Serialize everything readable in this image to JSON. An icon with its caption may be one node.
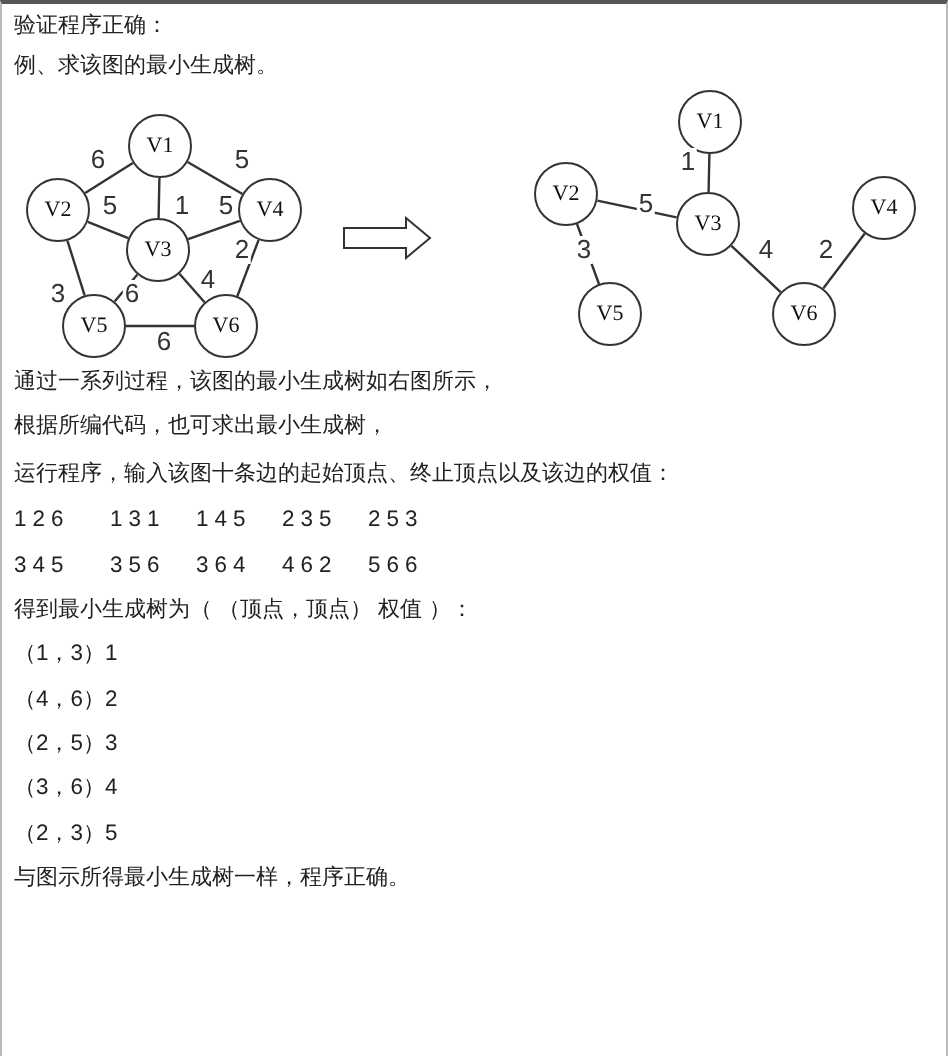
{
  "diagram": {
    "title": "验证程序正确：",
    "nodes": [
      {
        "text": [
          "V1"
        ]
      },
      {
        "text": [
          "V2"
        ]
      },
      {
        "text": [
          "V3"
        ]
      },
      {
        "text": [
          "V4"
        ]
      },
      {
        "text": [
          "V5"
        ]
      },
      {
        "text": [
          "V6"
        ]
      },
      {
        "text": [
          "V1"
        ]
      },
      {
        "text": [
          "V2"
        ]
      },
      {
        "text": [
          "V3"
        ]
      },
      {
        "text": [
          "V4"
        ]
      },
      {
        "text": [
          "V5"
        ]
      },
      {
        "text": [
          "V6"
        ]
      }
    ],
    "edges": [
      {
        "from": 0,
        "to": 1,
        "arrow": "none",
        "label": "6"
      },
      {
        "from": 0,
        "to": 2,
        "arrow": "none",
        "label": "1"
      },
      {
        "from": 0,
        "to": 3,
        "arrow": "none",
        "label": "5"
      },
      {
        "from": 1,
        "to": 2,
        "arrow": "none",
        "label": "5"
      },
      {
        "from": 1,
        "to": 4,
        "arrow": "none",
        "label": "3"
      },
      {
        "from": 2,
        "to": 3,
        "arrow": "none",
        "label": "5"
      },
      {
        "from": 2,
        "to": 4,
        "arrow": "none",
        "label": "6"
      },
      {
        "from": 2,
        "to": 5,
        "arrow": "none",
        "label": "4"
      },
      {
        "from": 3,
        "to": 5,
        "arrow": "none",
        "label": "2"
      },
      {
        "from": 4,
        "to": 5,
        "arrow": "none",
        "label": "6"
      },
      {
        "from": 6,
        "to": 8,
        "arrow": "none",
        "label": "1"
      },
      {
        "from": 7,
        "to": 8,
        "arrow": "none",
        "label": "5"
      },
      {
        "from": 7,
        "to": 10,
        "arrow": "none",
        "label": "3"
      },
      {
        "from": 8,
        "to": 11,
        "arrow": "none",
        "label": "4"
      },
      {
        "from": 9,
        "to": 11,
        "arrow": "none",
        "label": "2"
      }
    ],
    "labels": [
      "例、求该图的最小生成树。",
      "通过一系列过程，该图的最小生成树如右图所示，",
      "根据所编代码，也可求出最小生成树，",
      "运行程序，输入该图十条边的起始顶点、终止顶点以及该边的权值：",
      "126",
      "131",
      "145",
      "235",
      "253",
      "345",
      "356",
      "364",
      "462",
      "566",
      "得到最小生成树为（ （顶点，顶点） 权值 ）：",
      "（1，3）1",
      "（4，6）2",
      "（2，5）3",
      "（3，6）4",
      "（2，3）5",
      "与图示所得最小生成树一样，程序正确。"
    ]
  }
}
